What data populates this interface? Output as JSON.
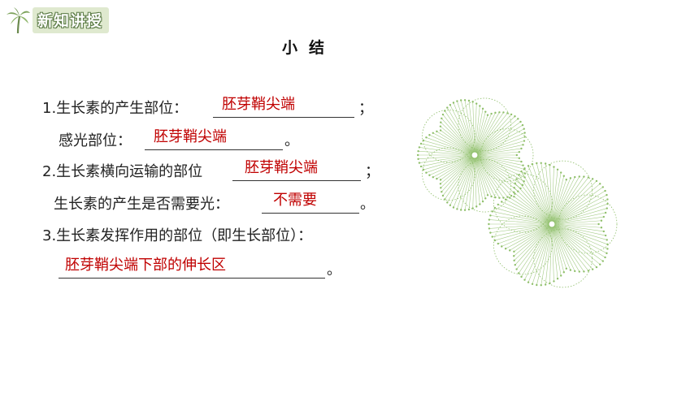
{
  "header": {
    "badge_text": "新知讲授"
  },
  "title": "小结",
  "items": [
    {
      "text": "1.生长素的产生部位：",
      "answer": "胚芽鞘尖端",
      "end": "；"
    },
    {
      "text": "感光部位：",
      "answer": "胚芽鞘尖端",
      "end": "。"
    },
    {
      "text": "2.生长素横向运输的部位",
      "answer": "胚芽鞘尖端",
      "end": "；"
    },
    {
      "text": "生长素的产生是否需要光：",
      "answer": "不需要",
      "end": "。"
    },
    {
      "text": "3.生长素发挥作用的部位（即生长部位）：",
      "answer": "",
      "end": ""
    },
    {
      "text": "",
      "answer": "胚芽鞘尖端下部的伸长区",
      "end": "。"
    }
  ],
  "colors": {
    "answer": "#c00000",
    "badge_bg": "#dfe9cf",
    "flower": "#8fbf6a"
  },
  "icons": [
    "palm-tree-icon"
  ]
}
